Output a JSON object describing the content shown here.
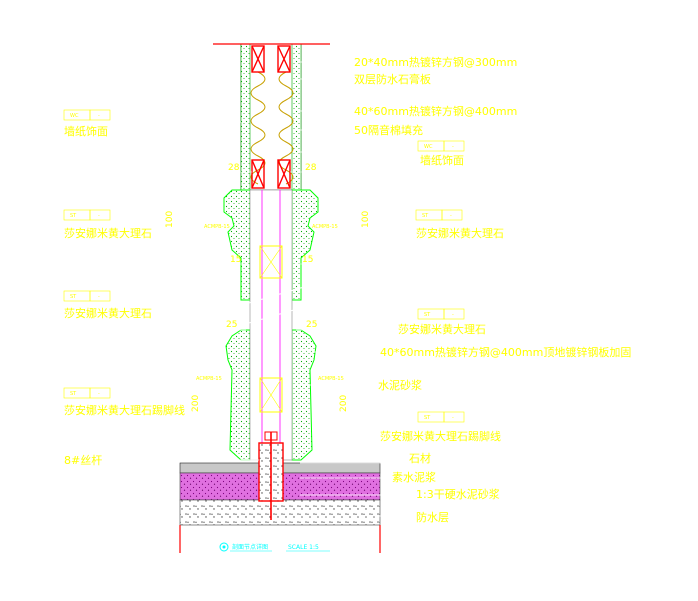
{
  "labels": {
    "l1": "20*40mm热镀锌方钢@300mm",
    "l2": "双层防水石膏板",
    "l3": "40*60mm热镀锌方钢@400mm",
    "l4": "50隔音棉填充",
    "l5": "墙纸饰面",
    "l6": "墙纸饰面",
    "l7": "莎安娜米黄大理石",
    "l8": "莎安娜米黄大理石",
    "l9": "莎安娜米黄大理石",
    "l10": "莎安娜米黄大理石",
    "l11": "40*60mm热镀锌方钢@400mm顶地镀锌钢板加固",
    "l12": "水泥砂浆",
    "l13": "莎安娜米黄大理石踢脚线",
    "l14": "莎安娜米黄大理石踢脚线",
    "l15": "8#丝杆",
    "l16": "石材",
    "l17": "素水泥浆",
    "l18": "1:3干硬水泥砂浆",
    "l19": "防水层"
  },
  "dims": {
    "d28a": "28",
    "d28b": "28",
    "d100a": "100",
    "d100b": "100",
    "d15a": "15",
    "d15b": "15",
    "d25a": "25",
    "d25b": "25",
    "d200a": "200",
    "d200b": "200"
  },
  "tags": {
    "t1a": "WC",
    "t1b": "-",
    "t2a": "WC",
    "t2b": "-",
    "t3a": "ST",
    "t3b": "-",
    "t4a": "ST",
    "t4b": "-",
    "t5a": "ST",
    "t5b": "-",
    "t6a": "ST",
    "t6b": "-",
    "t7a": "ST",
    "t7b": "-",
    "t8a": "ST",
    "t8b": "-"
  },
  "codes": {
    "c1": "ACMPB-15",
    "c2": "ACMPB-15",
    "c3": "ACMPB-15",
    "c4": "ACMPB-15"
  },
  "title": {
    "name": "剖面节点详图",
    "scale": "SCALE 1:5"
  },
  "colors": {
    "leader": "#ffffff",
    "text": "#ffff00",
    "marble": "#00ff00",
    "steel": "#ff0000",
    "insulation": "#ffff00",
    "mortar": "#ff00ff",
    "slab": "#ffffff"
  }
}
